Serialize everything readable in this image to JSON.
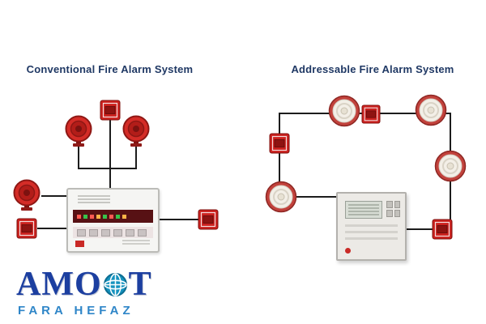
{
  "titles": {
    "left": "Conventional Fire Alarm System",
    "right": "Addressable Fire Alarm System"
  },
  "diagram_left": {
    "panel_icon": "conventional-fire-alarm-panel",
    "device_icons": [
      "fire-sounder",
      "fire-sounder",
      "fire-sounder",
      "manual-call-point",
      "manual-call-point",
      "manual-call-point"
    ]
  },
  "diagram_right": {
    "panel_icon": "addressable-fire-alarm-panel",
    "device_icons": [
      "smoke-detector",
      "smoke-detector",
      "smoke-detector",
      "smoke-detector",
      "manual-call-point",
      "manual-call-point",
      "manual-call-point"
    ]
  },
  "logo": {
    "part1": "AMO",
    "part2": "T",
    "subtitle": "FARA HEFAZ"
  },
  "colors": {
    "title_navy": "#1f3864",
    "wire_black": "#1c1c1c",
    "device_red": "#c8201f",
    "detector_base_red": "#c2423c",
    "panel_grey": "#eceae6",
    "logo_blue": "#1c3fa0",
    "logo_light_blue": "#2f86c8",
    "globe_teal": "#1593bf"
  }
}
